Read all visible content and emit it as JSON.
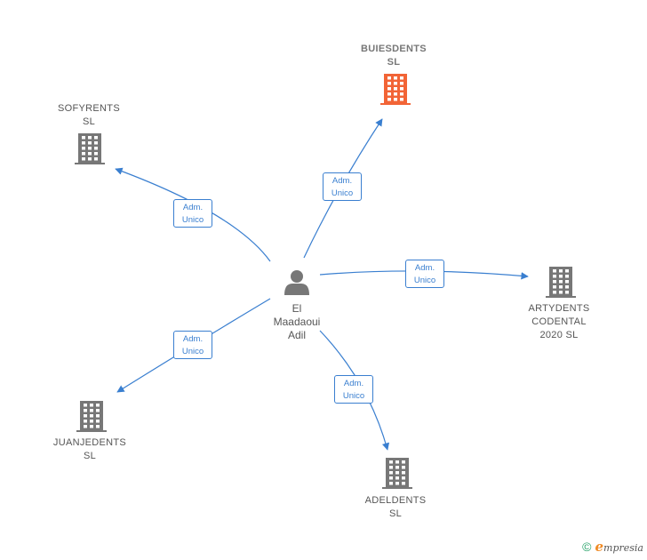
{
  "colors": {
    "edge": "#3a7fd0",
    "building": "#777777",
    "building_highlight": "#f26436",
    "person": "#777777"
  },
  "center": {
    "icon": "person-icon",
    "label": "El\nMaadaoui\nAdil"
  },
  "nodes": [
    {
      "id": "buiesdents",
      "label": "BUIESDENTS\nSL",
      "icon": "building-icon",
      "highlight": true,
      "relation": "Adm.\nUnico"
    },
    {
      "id": "sofyrents",
      "label": "SOFYRENTS\nSL",
      "icon": "building-icon",
      "highlight": false,
      "relation": "Adm.\nUnico"
    },
    {
      "id": "artydents",
      "label": "ARTYDENTS\nCODENTAL\n2020  SL",
      "icon": "building-icon",
      "highlight": false,
      "relation": "Adm.\nUnico"
    },
    {
      "id": "juanjedents",
      "label": "JUANJEDENTS\nSL",
      "icon": "building-icon",
      "highlight": false,
      "relation": "Adm.\nUnico"
    },
    {
      "id": "adeldents",
      "label": "ADELDENTS\nSL",
      "icon": "building-icon",
      "highlight": false,
      "relation": "Adm.\nUnico"
    }
  ],
  "footer": {
    "copyright": "©",
    "brand_initial": "e",
    "brand_rest": "mpresia"
  }
}
